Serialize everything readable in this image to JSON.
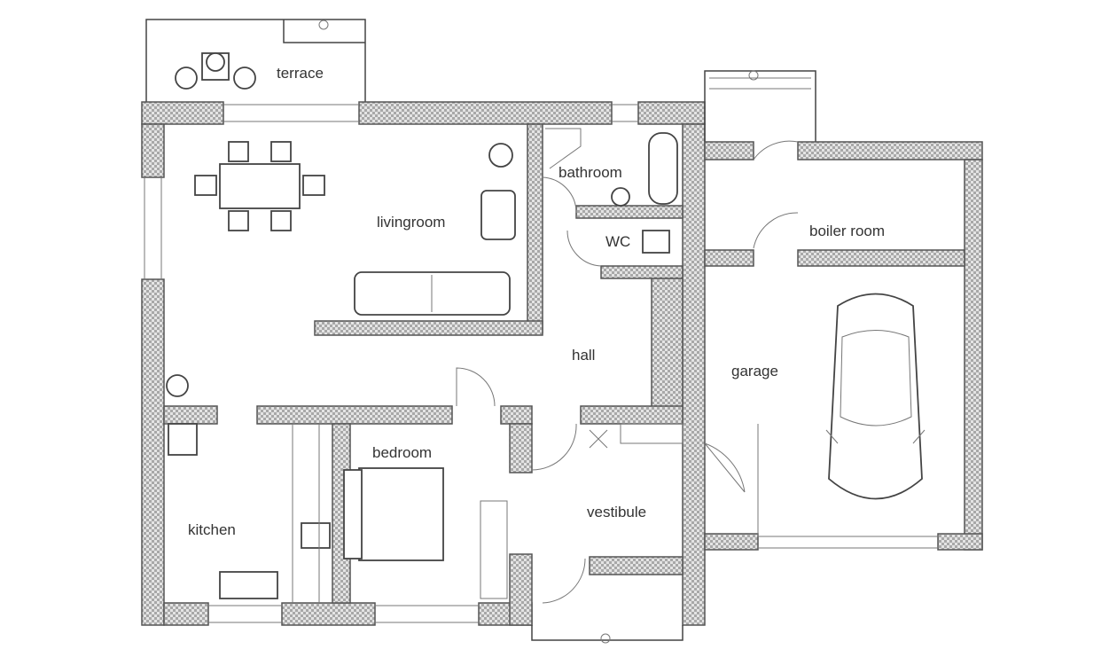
{
  "plan": {
    "rooms": {
      "terrace": "terrace",
      "livingroom": "livingroom",
      "bathroom": "bathroom",
      "wc": "WC",
      "boiler_room": "boiler room",
      "hall": "hall",
      "garage": "garage",
      "bedroom": "bedroom",
      "vestibule": "vestibule",
      "kitchen": "kitchen"
    },
    "colors": {
      "wall_hatch": "#b0b0b0",
      "line": "#444444"
    }
  }
}
